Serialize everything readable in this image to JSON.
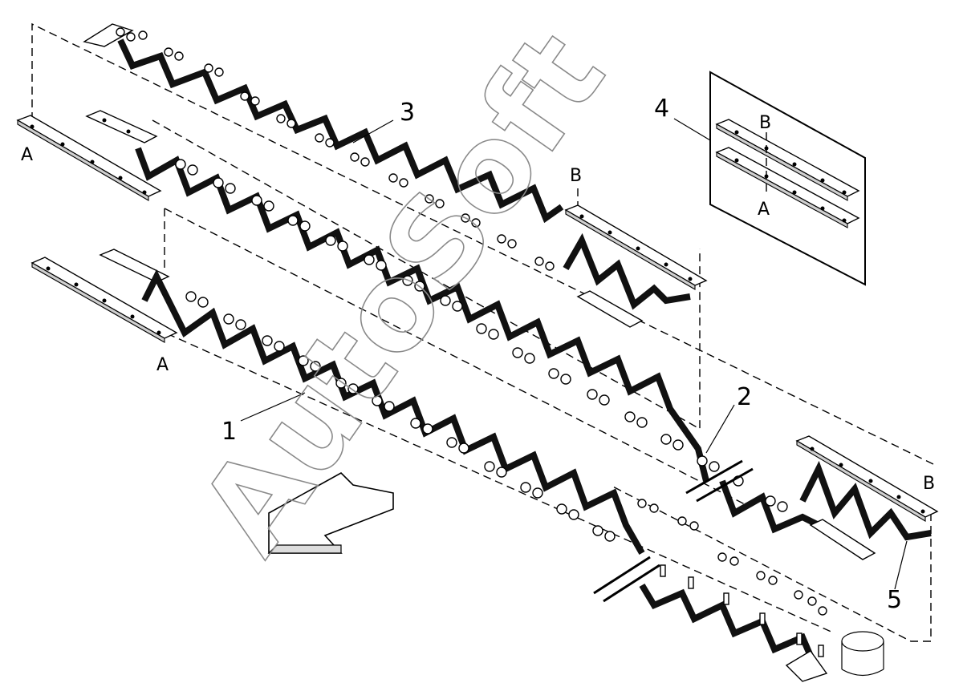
{
  "callouts": {
    "n1": "1",
    "n2": "2",
    "n3": "3",
    "n4": "4",
    "n5": "5"
  },
  "letters": {
    "a_left_top": "A",
    "a_left_bottom": "A",
    "b_mid": "B",
    "b_right": "B",
    "inset_b": "B",
    "inset_a": "A"
  },
  "watermark": "AutoSoft",
  "colors": {
    "line": "#000000",
    "blade": "#111111",
    "watermark": "#8a8a8a"
  }
}
